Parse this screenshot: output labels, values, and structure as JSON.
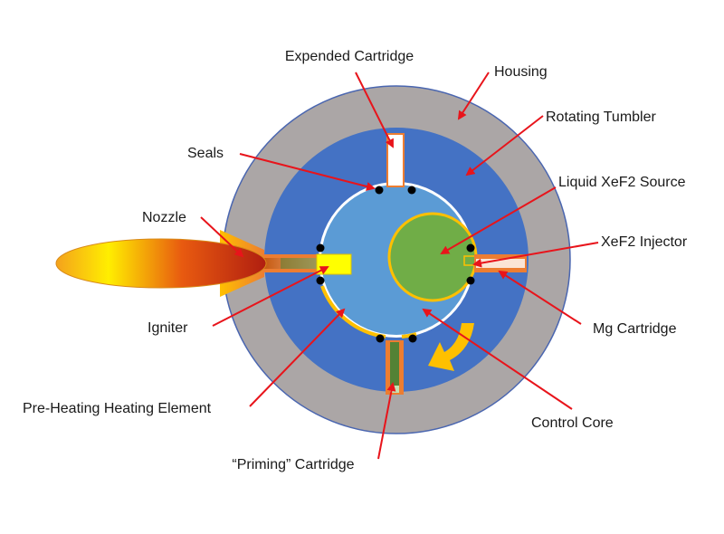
{
  "labels": {
    "expended_cartridge": "Expended Cartridge",
    "housing": "Housing",
    "rotating_tumbler": "Rotating Tumbler",
    "seals": "Seals",
    "liquid_xef2_source": "Liquid XeF2 Source",
    "nozzle": "Nozzle",
    "xef2_injector": "XeF2 Injector",
    "igniter": "Igniter",
    "mg_cartridge": "Mg Cartridge",
    "pre_heating_element": "Pre-Heating Heating Element",
    "control_core": "Control Core",
    "priming_cartridge": "“Priming” Cartridge"
  },
  "colors": {
    "housing": "#aba6a6",
    "housing_edge": "#4a66b0",
    "tumbler": "#4472c4",
    "core": "#5b9bd5",
    "source": "#70ad47",
    "injector_ring": "#ffc000",
    "arrow": "#e8141b",
    "rotation_arrow": "#ffc000",
    "igniter": "#ffff00",
    "cartridge": "#ed7d31",
    "seal": "#000000"
  },
  "icons": {
    "rotation": "curved-arrow-icon",
    "flame": "flame-icon"
  }
}
